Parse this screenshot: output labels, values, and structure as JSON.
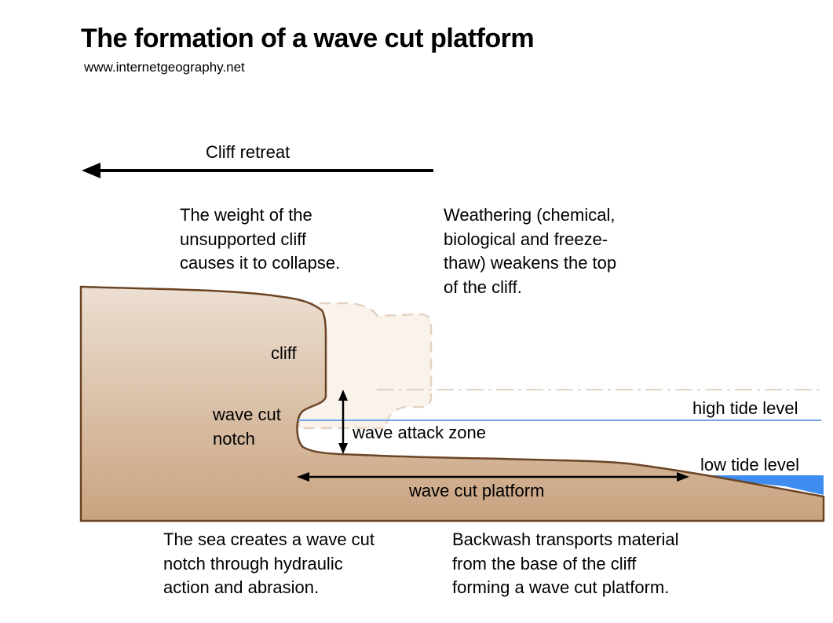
{
  "header": {
    "title": "The formation of a wave cut platform",
    "source": "www.internetgeography.net"
  },
  "arrow_labels": {
    "cliff_retreat": "Cliff retreat",
    "wave_attack_zone": "wave attack zone",
    "wave_cut_platform": "wave cut platform"
  },
  "annotations": {
    "collapse": [
      "The weight of the",
      "unsupported cliff",
      "causes it to collapse."
    ],
    "weathering": [
      "Weathering (chemical,",
      "biological and freeze-",
      "thaw) weakens the top",
      "of the cliff."
    ],
    "notch_process": [
      "The sea creates a wave cut",
      "notch through hydraulic",
      "action and abrasion."
    ],
    "backwash": [
      "Backwash transports  material",
      "from the base of the cliff",
      "forming a wave cut platform."
    ]
  },
  "feature_labels": {
    "cliff": "cliff",
    "notch": [
      "wave cut",
      "notch"
    ]
  },
  "levels": {
    "high_tide": "high tide level",
    "low_tide": "low tide level"
  },
  "colors": {
    "rock_top": "#ecdfd2",
    "rock_bottom": "#c9a380",
    "rock_outline": "#6b4424",
    "former_cliff_fill": "#faf3ec",
    "former_cliff_outline": "#e3d3c3",
    "water": "#3e8cf0",
    "high_tide_line": "#6fa3ee",
    "arrow": "#000000"
  }
}
